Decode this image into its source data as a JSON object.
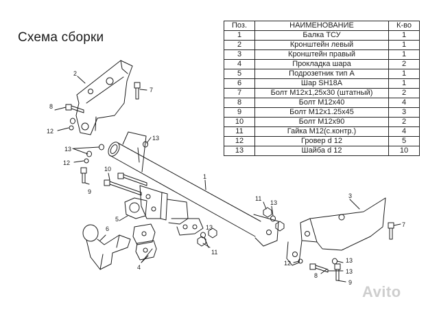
{
  "title": "Схема сборки",
  "table": {
    "headers": [
      "Поз.",
      "НАИМЕНОВАНИЕ",
      "К-во"
    ],
    "rows": [
      [
        "1",
        "Балка ТСУ",
        "1"
      ],
      [
        "2",
        "Кронштейн левый",
        "1"
      ],
      [
        "3",
        "Кронштейн правый",
        "1"
      ],
      [
        "4",
        "Прокладка шара",
        "2"
      ],
      [
        "5",
        "Подрозетник тип А",
        "1"
      ],
      [
        "6",
        "Шар SH18A",
        "1"
      ],
      [
        "7",
        "Болт М12х1,25х30 (штатный)",
        "2"
      ],
      [
        "8",
        "Болт М12х40",
        "4"
      ],
      [
        "9",
        "Болт М12х1.25х45",
        "3"
      ],
      [
        "10",
        "Болт М12х90",
        "2"
      ],
      [
        "11",
        "Гайка М12(с.контр.)",
        "4"
      ],
      [
        "12",
        "Гровер d 12",
        "5"
      ],
      [
        "13",
        "Шайба d 12",
        "10"
      ]
    ]
  },
  "callouts": [
    "1",
    "2",
    "3",
    "4",
    "5",
    "6",
    "7",
    "7",
    "8",
    "8",
    "9",
    "9",
    "10",
    "11",
    "11",
    "12",
    "12",
    "12",
    "13",
    "13",
    "13",
    "13",
    "13",
    "13"
  ],
  "watermark": "Avito",
  "colors": {
    "line": "#1a1a1a",
    "background": "#ffffff",
    "watermark": "#bebebe"
  }
}
